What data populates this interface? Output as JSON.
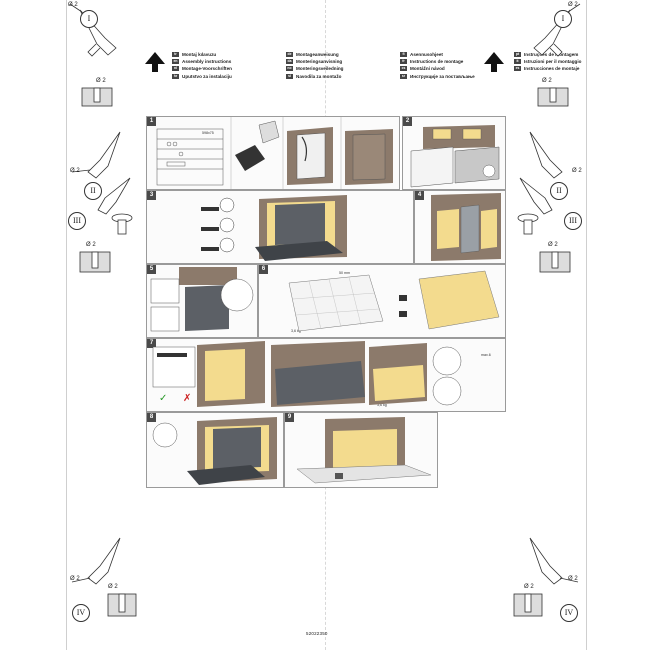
{
  "languages": [
    [
      {
        "code": "tr",
        "text": "Montaj kılavuzu"
      },
      {
        "code": "de",
        "text": "Montageanweisung"
      },
      {
        "code": "fi",
        "text": "Asennusohjeet"
      },
      {
        "code": "pt",
        "text": "Instruções de montagem"
      }
    ],
    [
      {
        "code": "en",
        "text": "Assembly instructions"
      },
      {
        "code": "da",
        "text": "Monteringsanvisning"
      },
      {
        "code": "fr",
        "text": "Instructions de montage"
      },
      {
        "code": "it",
        "text": "Istruzioni per il montaggio"
      }
    ],
    [
      {
        "code": "nl",
        "text": "Montage-Voorschriften"
      },
      {
        "code": "no",
        "text": "Monteringsveiledning"
      },
      {
        "code": "cs",
        "text": "Montážní návod"
      },
      {
        "code": "es",
        "text": "Instrucciones de montaje"
      }
    ],
    [
      {
        "code": "hr",
        "text": "Uputstvo za instalaciju"
      },
      {
        "code": "sl",
        "text": "Navodila za montažo"
      },
      {
        "code": "sr",
        "text": "Инструкције за постављање"
      },
      {
        "code": "",
        "text": ""
      }
    ]
  ],
  "margin_marks": {
    "roman": [
      "I",
      "II",
      "III",
      "IV"
    ],
    "diameter": "Ø 2"
  },
  "panels": [
    {
      "num": "1",
      "label": "",
      "dim": "598x75"
    },
    {
      "num": "2",
      "label": ""
    },
    {
      "num": "3",
      "label": ""
    },
    {
      "num": "4",
      "label": ""
    },
    {
      "num": "5",
      "label": ""
    },
    {
      "num": "6",
      "label": "",
      "dim": "50 mm",
      "weight": "3,6 kg"
    },
    {
      "num": "7",
      "label": "",
      "tool": "max.6",
      "weight": "3,6 kg"
    },
    {
      "num": "8",
      "label": ""
    },
    {
      "num": "9",
      "label": ""
    }
  ],
  "doc_number": "52022350",
  "colors": {
    "cabinet": "#8c7a6b",
    "door": "#f3db8e",
    "appliance": "#5c6066",
    "line": "#333333"
  }
}
